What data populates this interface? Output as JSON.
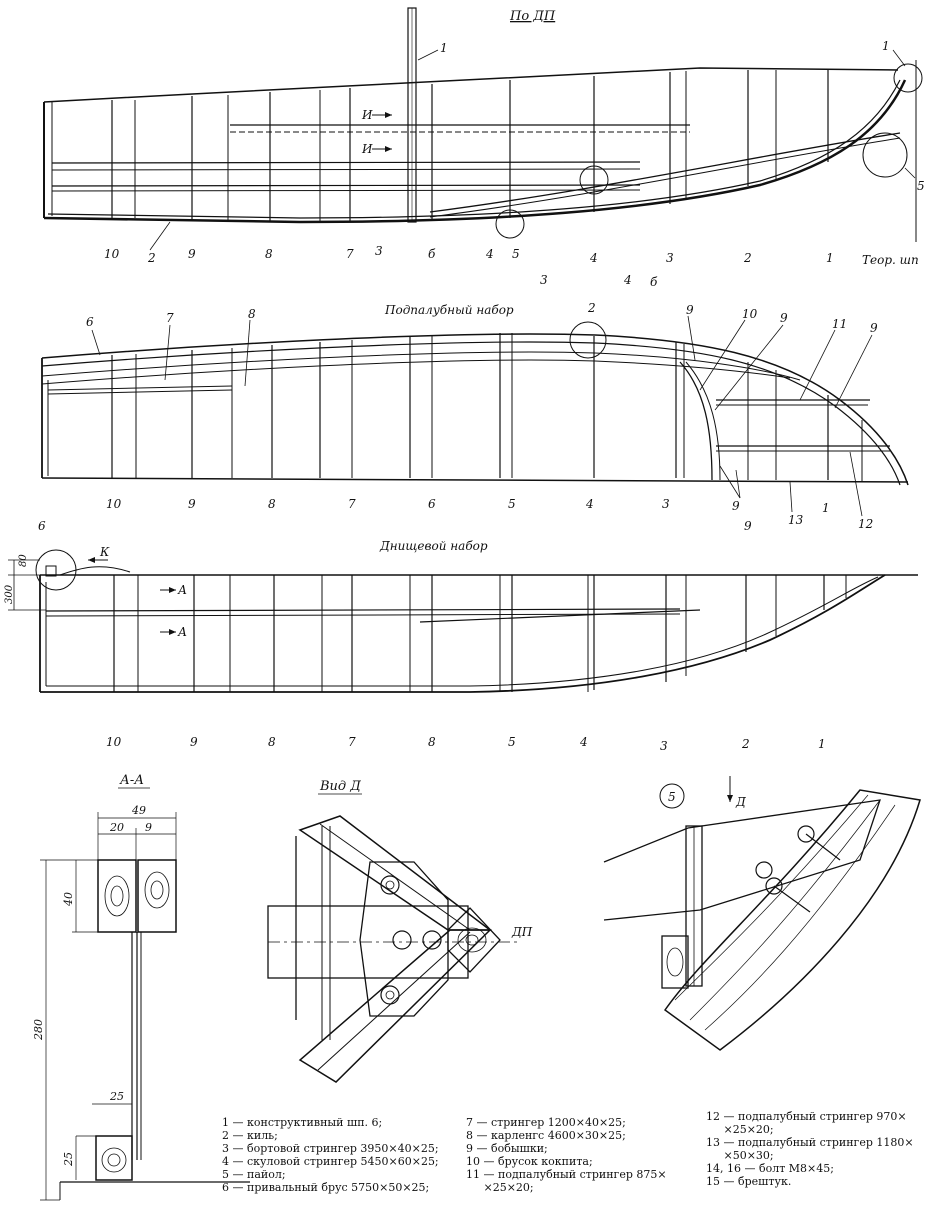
{
  "titles": {
    "top_view": "По ДП",
    "deck_frame": "Подпалубный набор",
    "bottom_frame": "Днищевой набор",
    "section_aa": "А-А",
    "view_d": "Вид Д",
    "detail_5": "5",
    "arrow_d": "Д"
  },
  "top_view": {
    "frame_labels": [
      "10",
      "9",
      "8",
      "7",
      "3",
      "б",
      "4",
      "5",
      "3",
      "4",
      "4",
      "б",
      "3",
      "2",
      "1"
    ],
    "callouts": [
      "1",
      "1",
      "5",
      "2"
    ],
    "section_marks": [
      "И",
      "И"
    ],
    "theor_label": "Теор. шп"
  },
  "deck_view": {
    "frame_labels": [
      "10",
      "9",
      "8",
      "7",
      "6",
      "5",
      "4",
      "3",
      "9",
      "9",
      "13",
      "1",
      "12"
    ],
    "callouts": [
      "6",
      "7",
      "8",
      "2",
      "9",
      "10",
      "9",
      "11",
      "9"
    ]
  },
  "bottom_view": {
    "frame_labels": [
      "10",
      "9",
      "8",
      "7",
      "8",
      "5",
      "4",
      "3",
      "2",
      "1"
    ],
    "callouts": [
      "6",
      "К",
      "А",
      "А"
    ],
    "dims": [
      "80",
      "300"
    ]
  },
  "section_aa": {
    "dims": [
      "49",
      "20",
      "9",
      "40",
      "280",
      "25",
      "25"
    ]
  },
  "view_d": {
    "label_dp": "ДП"
  },
  "legend": {
    "col1": [
      "1 — конструктивный шп. 6;",
      "2 — киль;",
      "3 — бортовой стрингер 3950×40×25;",
      "4 — скуловой стрингер 5450×60×25;",
      "5 — пайол;",
      "6 — привальный брус 5750×50×25;"
    ],
    "col2": [
      "7 — стрингер 1200×40×25;",
      "8 — карленгс 4600×30×25;",
      "9 — бобышки;",
      "10 — брусок кокпита;",
      "11 — подпалубный стрингер 875×",
      "     ×25×20;"
    ],
    "col3": [
      "12 — подпалубный стрингер 970×",
      "     ×25×20;",
      "13 — подпалубный стрингер 1180×",
      "     ×50×30;",
      "14, 16 — болт М8×45;",
      "15 — брештук."
    ]
  }
}
